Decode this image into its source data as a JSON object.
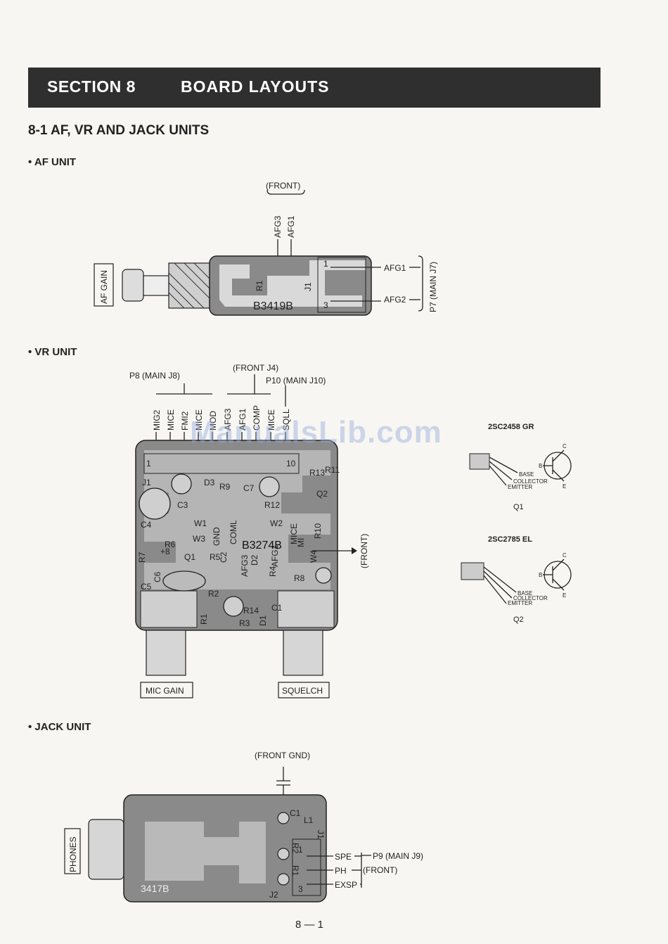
{
  "header": {
    "section": "SECTION 8",
    "title": "BOARD LAYOUTS"
  },
  "subsection": "8-1  AF, VR AND JACK UNITS",
  "af_unit": {
    "heading": "• AF UNIT",
    "front": "(FRONT)",
    "top_pins": [
      "AFG3",
      "AFG1"
    ],
    "board_id": "B3419B",
    "r1": "R1",
    "j1": "J1",
    "pin1": "1",
    "pin3": "3",
    "afg1": "AFG1",
    "afg2": "AFG2",
    "connector": "P7 (MAIN J7)",
    "knob": "AF GAIN"
  },
  "vr_unit": {
    "heading": "• VR UNIT",
    "p8": "P8 (MAIN J8)",
    "front_j4": "(FRONT J4)",
    "p10": "P10 (MAIN J10)",
    "pins": [
      "MIG2",
      "MICE",
      "FMI2",
      "MICE",
      "MOD",
      "AFG3",
      "AFG1",
      "COMP",
      "MICE",
      "SQLL"
    ],
    "pin_start": "1",
    "pin_end": "10",
    "board_id": "B3274B",
    "front_arrow": "(FRONT)",
    "components": [
      "J1",
      "C3",
      "D3",
      "R9",
      "C7",
      "R12",
      "Q2",
      "R13",
      "R11",
      "C4",
      "W1",
      "W2",
      "W3",
      "GND",
      "COML",
      "MICE",
      "MI",
      "R10",
      "R6",
      "R7",
      "+8",
      "Q1",
      "R5",
      "C2",
      "AFG3",
      "D2",
      "AFG1",
      "W4",
      "C6",
      "C5",
      "R2",
      "R8",
      "R14",
      "R3",
      "C1",
      "D1",
      "R1",
      "R4"
    ],
    "knob_left": "MIC GAIN",
    "knob_right": "SQUELCH"
  },
  "transistors": [
    {
      "part": "2SC2458  GR",
      "ref": "Q1",
      "leads": [
        "BASE",
        "COLLECTOR",
        "EMITTER"
      ],
      "pins": [
        "C",
        "B",
        "E"
      ]
    },
    {
      "part": "2SC2785  EL",
      "ref": "Q2",
      "leads": [
        "BASE",
        "COLLECTOR",
        "EMITTER"
      ],
      "pins": [
        "C",
        "B",
        "E"
      ]
    }
  ],
  "jack_unit": {
    "heading": "• JACK UNIT",
    "front_gnd": "(FRONT GND)",
    "c1": "C1",
    "l1": "L1",
    "r2": "R2",
    "r1": "R1",
    "j1": "J1",
    "j2": "J2",
    "pin1": "1",
    "pin3": "3",
    "signals": [
      "SPE",
      "PH",
      "EXSP"
    ],
    "connector": "P9 (MAIN J9)",
    "front": "(FRONT)",
    "board_id": "3417B",
    "jack": "PHONES"
  },
  "watermark": "ManualsLib.com",
  "page_number": "8 — 1"
}
